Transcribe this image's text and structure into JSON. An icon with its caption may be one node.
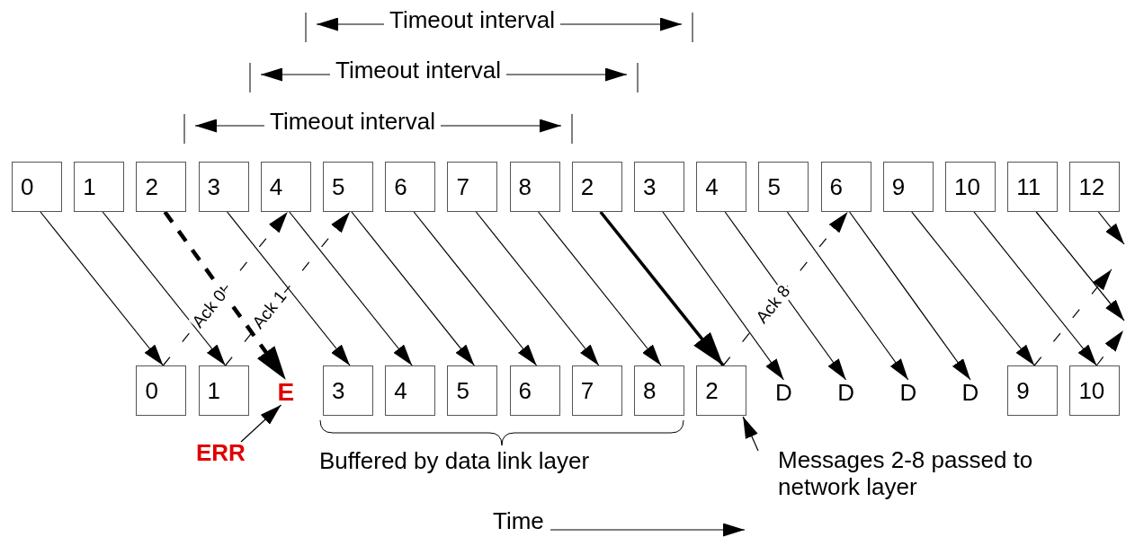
{
  "diagram": {
    "nodes": [
      {
        "text": [
          "0"
        ]
      },
      {
        "text": [
          "1"
        ]
      },
      {
        "text": [
          "2"
        ]
      },
      {
        "text": [
          "3"
        ]
      },
      {
        "text": [
          "4"
        ]
      },
      {
        "text": [
          "5"
        ]
      },
      {
        "text": [
          "6"
        ]
      },
      {
        "text": [
          "7"
        ]
      },
      {
        "text": [
          "8"
        ]
      },
      {
        "text": [
          "2"
        ]
      },
      {
        "text": [
          "3"
        ]
      },
      {
        "text": [
          "4"
        ]
      },
      {
        "text": [
          "5"
        ]
      },
      {
        "text": [
          "6"
        ]
      },
      {
        "text": [
          "9"
        ]
      },
      {
        "text": [
          "10"
        ]
      },
      {
        "text": [
          "11"
        ]
      },
      {
        "text": [
          "12"
        ]
      },
      {
        "text": [
          "0"
        ]
      },
      {
        "text": [
          "1"
        ]
      },
      {
        "text": [
          "E"
        ]
      },
      {
        "text": [
          "3"
        ]
      },
      {
        "text": [
          "4"
        ]
      },
      {
        "text": [
          "5"
        ]
      },
      {
        "text": [
          "6"
        ]
      },
      {
        "text": [
          "7"
        ]
      },
      {
        "text": [
          "8"
        ]
      },
      {
        "text": [
          "2"
        ]
      },
      {
        "text": [
          "D"
        ]
      },
      {
        "text": [
          "D"
        ]
      },
      {
        "text": [
          "D"
        ]
      },
      {
        "text": [
          "D"
        ]
      },
      {
        "text": [
          "9"
        ]
      },
      {
        "text": [
          "10"
        ]
      },
      {
        "text": [
          "ERR"
        ]
      },
      {
        "text": [
          "Messages 2-8 passed to network layer"
        ]
      }
    ],
    "edges": [
      {
        "from": 0,
        "to": 18,
        "arrow": "to"
      },
      {
        "from": 1,
        "to": 19,
        "arrow": "to"
      },
      {
        "from": 2,
        "to": 20,
        "arrow": "to",
        "style": "dashed"
      },
      {
        "from": 3,
        "to": 21,
        "arrow": "to"
      },
      {
        "from": 4,
        "to": 22,
        "arrow": "to"
      },
      {
        "from": 5,
        "to": 23,
        "arrow": "to"
      },
      {
        "from": 6,
        "to": 24,
        "arrow": "to"
      },
      {
        "from": 7,
        "to": 25,
        "arrow": "to"
      },
      {
        "from": 8,
        "to": 26,
        "arrow": "to"
      },
      {
        "from": 9,
        "to": 27,
        "arrow": "to",
        "style": "thick"
      },
      {
        "from": 10,
        "to": 28,
        "arrow": "to"
      },
      {
        "from": 11,
        "to": 29,
        "arrow": "to"
      },
      {
        "from": 12,
        "to": 30,
        "arrow": "to"
      },
      {
        "from": 13,
        "to": 31,
        "arrow": "to"
      },
      {
        "from": 14,
        "to": 32,
        "arrow": "to"
      },
      {
        "from": 15,
        "to": 33,
        "arrow": "to"
      },
      {
        "from": 16,
        "to": null,
        "arrow": "to"
      },
      {
        "from": 17,
        "to": null,
        "arrow": "to"
      },
      {
        "from": 18,
        "to": 4,
        "arrow": "to",
        "style": "dashed",
        "label": "Ack 0"
      },
      {
        "from": 19,
        "to": 5,
        "arrow": "to",
        "style": "dashed",
        "label": "Ack 1"
      },
      {
        "from": 27,
        "to": 13,
        "arrow": "to",
        "style": "dashed",
        "label": "Ack 8"
      },
      {
        "from": 32,
        "to": null,
        "arrow": "to",
        "style": "dashed"
      },
      {
        "from": 33,
        "to": null,
        "arrow": "to",
        "style": "dashed"
      },
      {
        "from": 34,
        "to": 20,
        "arrow": "to"
      },
      {
        "from": 35,
        "to": 27,
        "arrow": "to"
      }
    ],
    "labels": [
      "Timeout interval",
      "Timeout interval",
      "Timeout interval",
      "Buffered by data link layer",
      "Time"
    ]
  }
}
